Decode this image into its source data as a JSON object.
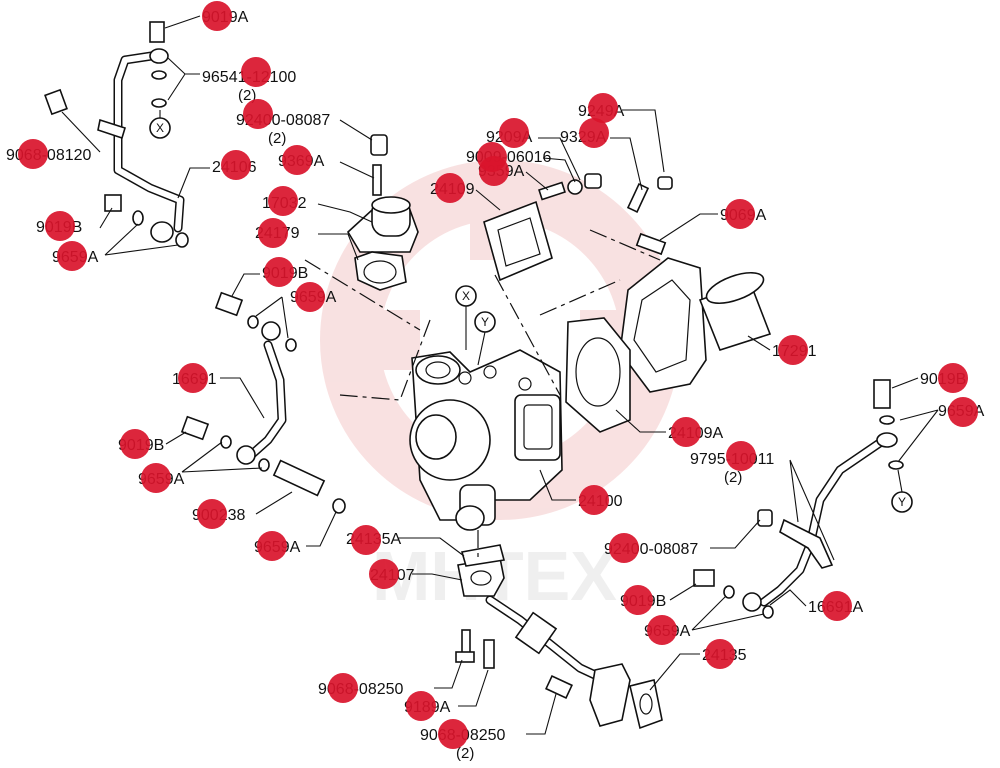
{
  "diagram": {
    "watermark": "MHTEX",
    "colors": {
      "marker": "#d9142b",
      "watermark": "#f4c9c9",
      "line": "#111111"
    },
    "markers": {
      "x": "X",
      "y": "Y"
    },
    "labels": [
      {
        "id": "p9019a-top",
        "text": "9019A"
      },
      {
        "id": "p96541",
        "text": "96541-12100"
      },
      {
        "id": "q96541",
        "text": "(2)"
      },
      {
        "id": "p92400-a",
        "text": "92400-08087"
      },
      {
        "id": "q92400-a",
        "text": "(2)"
      },
      {
        "id": "p9068-08120",
        "text": "9068-08120"
      },
      {
        "id": "p24106",
        "text": "24106"
      },
      {
        "id": "p9019b-left",
        "text": "9019B"
      },
      {
        "id": "p9659a-left",
        "text": "9659A"
      },
      {
        "id": "p9369a",
        "text": "9369A"
      },
      {
        "id": "p17032",
        "text": "17032"
      },
      {
        "id": "p24179",
        "text": "24179"
      },
      {
        "id": "p9249a",
        "text": "9249A"
      },
      {
        "id": "p9209a",
        "text": "9209A"
      },
      {
        "id": "p9329a",
        "text": "9329A"
      },
      {
        "id": "p9009",
        "text": "9009-06016"
      },
      {
        "id": "p9359a",
        "text": "9359A"
      },
      {
        "id": "p24109",
        "text": "24109"
      },
      {
        "id": "p9069a",
        "text": "9069A"
      },
      {
        "id": "p9019b-mid",
        "text": "9019B"
      },
      {
        "id": "p9659a-mid",
        "text": "9659A"
      },
      {
        "id": "p17291",
        "text": "17291"
      },
      {
        "id": "p16691",
        "text": "16691"
      },
      {
        "id": "p9019b-lower",
        "text": "9019B"
      },
      {
        "id": "p9659a-lower",
        "text": "9659A"
      },
      {
        "id": "p24109a",
        "text": "24109A"
      },
      {
        "id": "p9795",
        "text": "9795-10011"
      },
      {
        "id": "q9795",
        "text": "(2)"
      },
      {
        "id": "p9019b-right",
        "text": "9019B"
      },
      {
        "id": "p9659a-right",
        "text": "9659A"
      },
      {
        "id": "p900238",
        "text": "900238"
      },
      {
        "id": "p24100",
        "text": "24100"
      },
      {
        "id": "p9659a-bottom",
        "text": "9659A"
      },
      {
        "id": "p24135a",
        "text": "24135A"
      },
      {
        "id": "p92400-b",
        "text": "92400-08087"
      },
      {
        "id": "p24107",
        "text": "24107"
      },
      {
        "id": "p9019b-br",
        "text": "9019B"
      },
      {
        "id": "p16691a",
        "text": "16691A"
      },
      {
        "id": "p9659a-br",
        "text": "9659A"
      },
      {
        "id": "p24135",
        "text": "24135"
      },
      {
        "id": "p9068-a",
        "text": "9068-08250"
      },
      {
        "id": "p9189a",
        "text": "9189A"
      },
      {
        "id": "p9068-b",
        "text": "9068-08250"
      },
      {
        "id": "q9068-b",
        "text": "(2)"
      }
    ]
  }
}
